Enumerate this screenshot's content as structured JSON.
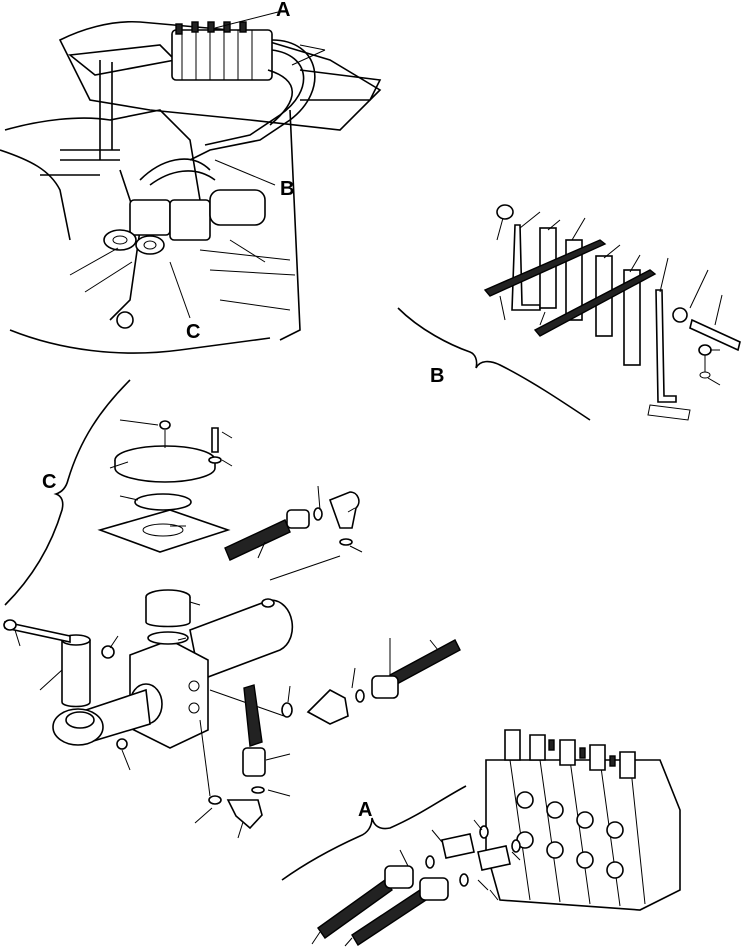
{
  "labels": {
    "a_top": "A",
    "b_top": "B",
    "c_top": "C",
    "b_detail": "B",
    "c_detail": "C",
    "a_detail": "A"
  }
}
